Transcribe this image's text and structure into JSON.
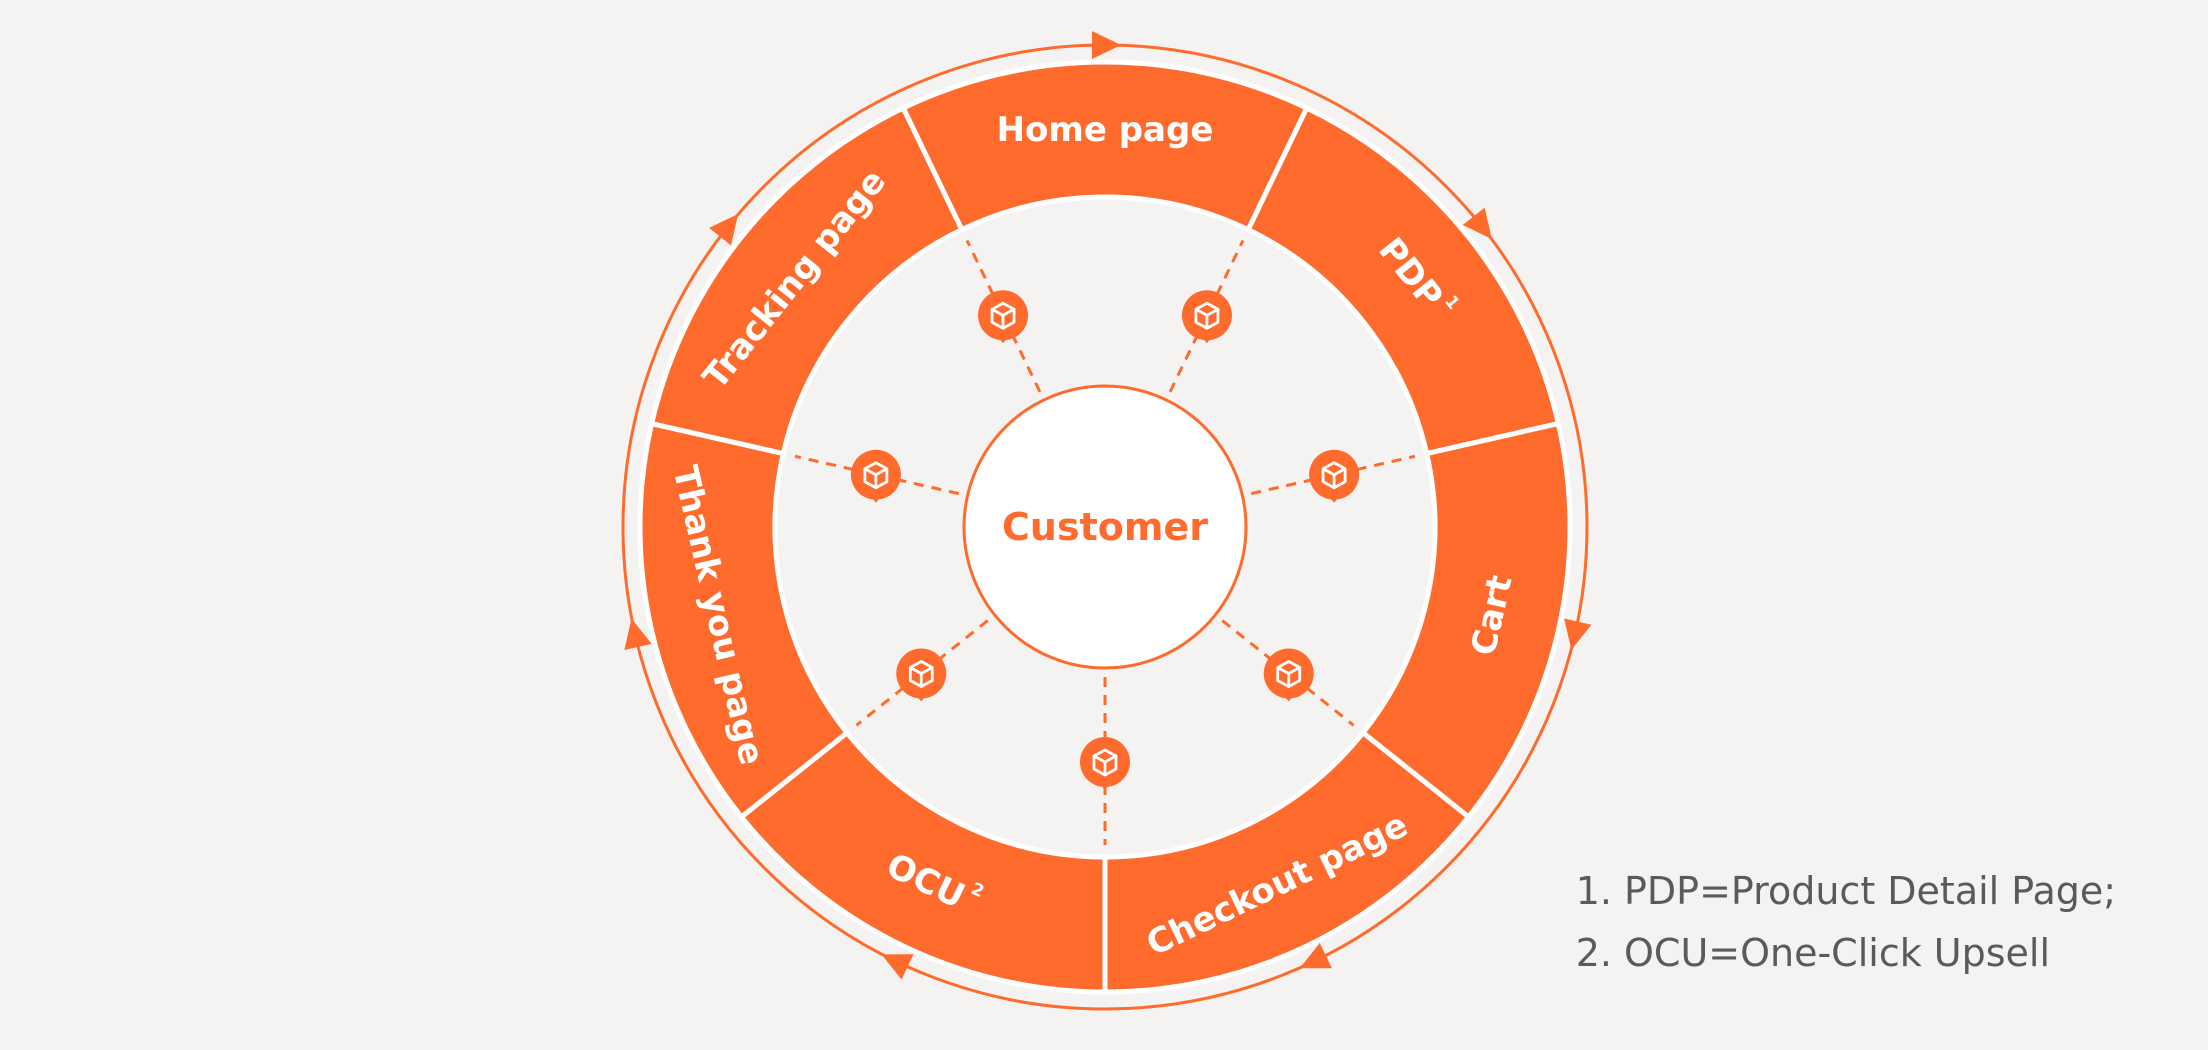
{
  "colors": {
    "accent": "#ff6b2c",
    "background": "#f5f3f1",
    "white": "#ffffff",
    "footnote_text": "#5a5a5a"
  },
  "center_label": "Customer",
  "segments": [
    {
      "label": "Home page",
      "sup": ""
    },
    {
      "label": "PDP",
      "sup": "1"
    },
    {
      "label": "Cart",
      "sup": ""
    },
    {
      "label": "Checkout page",
      "sup": ""
    },
    {
      "label": "OCU",
      "sup": "2"
    },
    {
      "label": "Thank you page",
      "sup": ""
    },
    {
      "label": "Tracking page",
      "sup": ""
    }
  ],
  "connector_icon": "package-pin-icon",
  "footnotes": [
    {
      "num": "1.",
      "text": "PDP=Product Detail Page;"
    },
    {
      "num": "2.",
      "text": "OCU=One-Click Upsell"
    }
  ]
}
